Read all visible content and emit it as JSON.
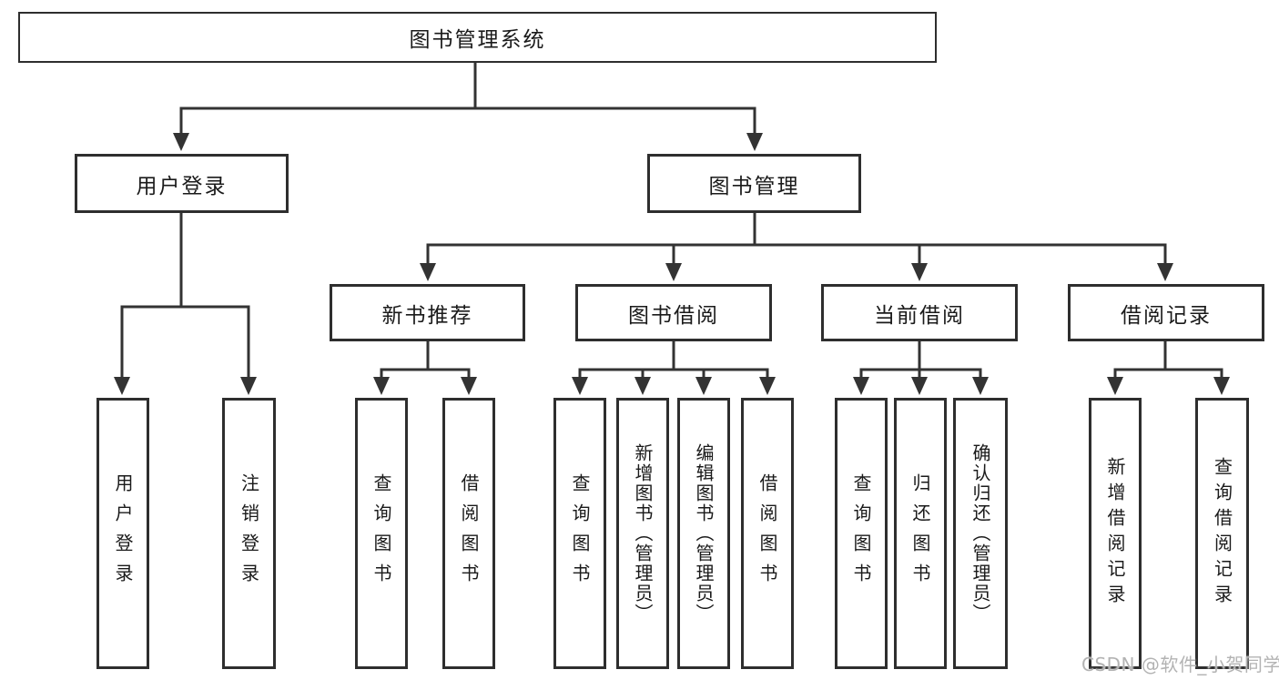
{
  "nodes": {
    "root": "图书管理系统",
    "level2": {
      "user_login": "用户登录",
      "book_management": "图书管理"
    },
    "level3": {
      "new_book_recommend": "新书推荐",
      "book_borrow": "图书借阅",
      "current_borrow": "当前借阅",
      "borrow_records": "借阅记录"
    },
    "leaves": {
      "user_login": "用户登录",
      "logout": "注销登录",
      "recommend_query_book": "查询图书",
      "recommend_borrow_book": "借阅图书",
      "borrow_query_book": "查询图书",
      "borrow_add_book": "新增图书（管理员）",
      "borrow_edit_book": "编辑图书（管理员）",
      "borrow_borrow_book": "借阅图书",
      "current_query_book": "查询图书",
      "current_return_book": "归还图书",
      "current_confirm_return": "确认归还（管理员）",
      "records_add_record": "新增借阅记录",
      "records_query_record": "查询借阅记录"
    }
  },
  "watermark": "CSDN @软件_小贺同学",
  "colors": {
    "line": "#333333",
    "box_border": "#2e2e2e",
    "box_fill": "#ffffff",
    "text": "#1a1a1a",
    "watermark": "#b3b3b3",
    "background": "#ffffff"
  }
}
